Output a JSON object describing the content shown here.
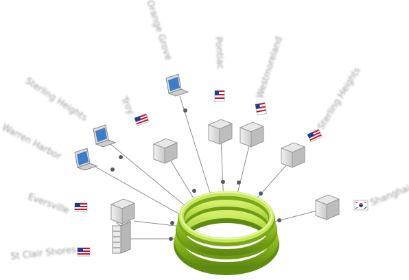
{
  "ring": {
    "color": "#8fbf1e",
    "highlight": "#c8e85a",
    "shadow": "#5f8a10"
  },
  "colors": {
    "line": "#8c8c8c",
    "dot": "#555a60",
    "label": "#9a9a9a"
  },
  "nodes": [
    {
      "id": "st-clair-shores",
      "label": "St Clair Shores",
      "device": "server",
      "flag": "us"
    },
    {
      "id": "eversville",
      "label": "Eversville",
      "device": "building",
      "flag": "us"
    },
    {
      "id": "warren-harbor",
      "label": "Warren Harbor",
      "device": "laptop",
      "flag": "none"
    },
    {
      "id": "sterling-heights-west",
      "label": "Sterling Heights",
      "device": "laptop",
      "flag": "none"
    },
    {
      "id": "troy",
      "label": "Troy",
      "device": "building",
      "flag": "us"
    },
    {
      "id": "orange-grove",
      "label": "Orange Grove",
      "device": "laptop",
      "flag": "none"
    },
    {
      "id": "pontiac",
      "label": "Pontiac",
      "device": "building",
      "flag": "us"
    },
    {
      "id": "westmoreland",
      "label": "Westmoreland",
      "device": "building",
      "flag": "us"
    },
    {
      "id": "sterling-heights-east",
      "label": "Sterling Heights",
      "device": "building",
      "flag": "us"
    },
    {
      "id": "shanghai",
      "label": "Shanghai",
      "device": "building",
      "flag": "kr"
    }
  ]
}
